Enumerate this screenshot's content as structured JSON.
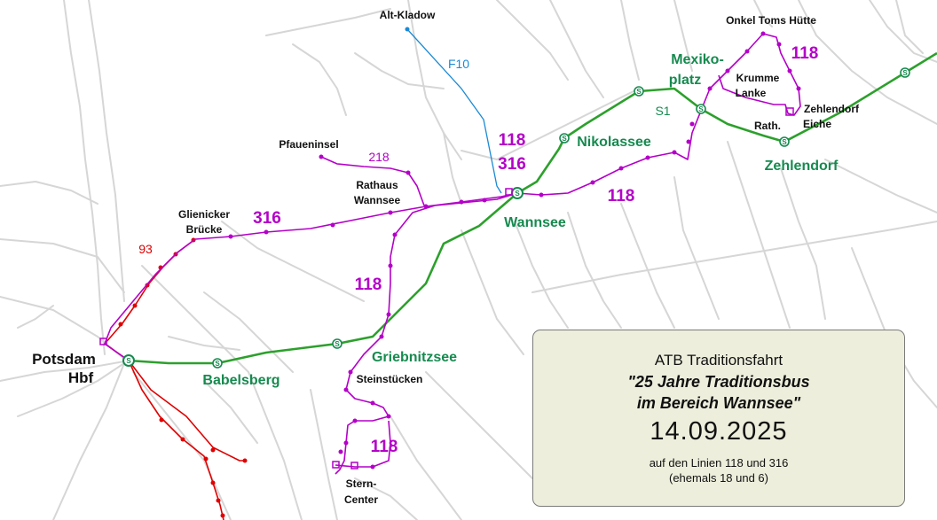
{
  "map": {
    "places": {
      "alt_kladow": "Alt-Kladow",
      "pfaueninsel": "Pfaueninsel",
      "rathaus_wannsee": [
        "Rathaus",
        "Wannsee"
      ],
      "glienicker_bruecke": [
        "Glienicker",
        "Brücke"
      ],
      "steinstuecken": "Steinstücken",
      "stern_center": [
        "Stern-",
        "Center"
      ],
      "onkel_toms_huette": "Onkel Toms Hütte",
      "krumme_lanke": [
        "Krumme",
        "Lanke"
      ],
      "rath": "Rath.",
      "zehlendorf_eiche": [
        "Zehlendorf",
        "Eiche"
      ],
      "potsdam_hbf": [
        "Potsdam",
        "Hbf"
      ]
    },
    "stations": {
      "wannsee": "Wannsee",
      "nikolassee": "Nikolassee",
      "mexikoplatz": [
        "Mexiko-",
        "platz"
      ],
      "zehlendorf": "Zehlendorf",
      "griebnitzsee": "Griebnitzsee",
      "babelsberg": "Babelsberg"
    },
    "line_labels": {
      "l118_top": "118",
      "l316_top": "316",
      "l118_east": "118",
      "l118_otherside": "118",
      "l316_west": "316",
      "l118_mid": "118",
      "l118_south": "118",
      "l218": "218",
      "l93": "93",
      "f10": "F10",
      "s1": "S1"
    },
    "colors": {
      "s_bahn": "#168a4f",
      "bus_118_316": "#b400c8",
      "bus_93": "#e00000",
      "ferry_f10": "#1a8ad4",
      "background_network": "#d4d4d4"
    }
  },
  "info": {
    "line1": "ATB Traditionsfahrt",
    "line2": "\"25 Jahre Traditionsbus",
    "line3": "im Bereich Wannsee\"",
    "date": "14.09.2025",
    "line5": "auf den Linien 118 und 316",
    "line6": "(ehemals 18 und 6)"
  }
}
